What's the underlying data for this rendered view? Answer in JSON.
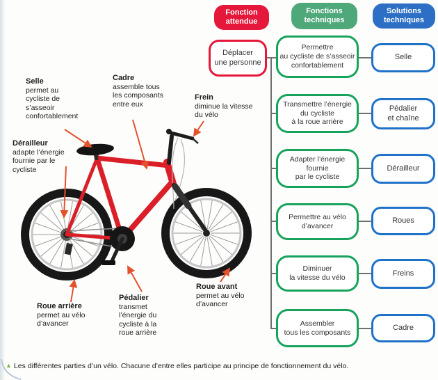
{
  "legend": {
    "expected_function": "Fonction\nattendue",
    "technical_functions": "Fonctions\ntechniques",
    "technical_solutions": "Solutions\ntechniques"
  },
  "flowchart": {
    "expected_function_box": "Déplacer\nune personne",
    "rows": [
      {
        "function": "Permettre\nau cycliste de s’asseoir\nconfortablement",
        "solution": "Selle"
      },
      {
        "function": "Transmettre l’énergie\ndu cycliste\nà la roue arrière",
        "solution": "Pédalier\net chaîne"
      },
      {
        "function": "Adapter l’énergie\nfournie\npar le cycliste",
        "solution": "Dérailleur"
      },
      {
        "function": "Permettre au vélo\nd’avancer",
        "solution": "Roues"
      },
      {
        "function": "Diminuer\nla vitesse du vélo",
        "solution": "Freins"
      },
      {
        "function": "Assembler\ntous les composants",
        "solution": "Cadre"
      }
    ]
  },
  "bike_labels": [
    {
      "name": "Selle",
      "desc": "permet au\ncycliste de\ns’asseoir\nconfortablement"
    },
    {
      "name": "Cadre",
      "desc": "assemble tous\nles composants\nentre eux"
    },
    {
      "name": "Frein",
      "desc": "diminue la vitesse\ndu vélo"
    },
    {
      "name": "Dérailleur",
      "desc": "adapte l’énergie\nfournie par le\ncycliste"
    },
    {
      "name": "Roue arrière",
      "desc": "permet au vélo\nd’avancer"
    },
    {
      "name": "Pédalier",
      "desc": "transmet\nl’énergie du\ncycliste à la\nroue arrière"
    },
    {
      "name": "Roue avant",
      "desc": "permet au vélo\nd’avancer"
    }
  ],
  "caption": {
    "marker": "▲",
    "text": "Les différentes parties d’un vélo. Chacune d’entre elles participe au principe de fonctionnement du vélo."
  },
  "colors": {
    "expected_pill": "#e5173a",
    "functions_pill": "#4fa87a",
    "solutions_pill": "#2d6fc4",
    "function_box_border": "#17a35b",
    "solution_box_border": "#1f72c8",
    "arrow": "#e4512d",
    "bike_frame": "#da1f28"
  }
}
